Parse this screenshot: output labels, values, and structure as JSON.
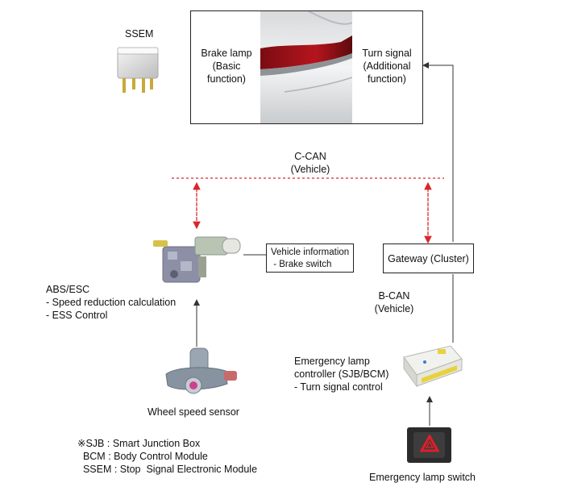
{
  "ssem": {
    "label": "SSEM"
  },
  "car_box": {
    "left_text": "Brake lamp\n(Basic\nfunction)",
    "right_text": "Turn signal\n(Additional\nfunction)"
  },
  "ccan": {
    "label": "C-CAN\n(Vehicle)"
  },
  "abs": {
    "vehicle_info": "Vehicle information\n - Brake switch",
    "label": "ABS/ESC\n- Speed reduction calculation\n- ESS Control"
  },
  "gateway": {
    "label": "Gateway (Cluster)"
  },
  "bcan": {
    "label": "B-CAN\n(Vehicle)"
  },
  "emergency_controller": {
    "label": "Emergency lamp\ncontroller (SJB/BCM)\n- Turn signal control"
  },
  "wheel_sensor": {
    "label": "Wheel speed sensor"
  },
  "emergency_switch": {
    "label": "Emergency lamp switch"
  },
  "legend": {
    "lines": [
      "※SJB : Smart Junction Box",
      "  BCM : Body Control Module",
      "  SSEM : Stop  Signal Electronic Module"
    ]
  },
  "colors": {
    "can_bus": "#d9262b",
    "line": "#333333",
    "warning": "#e11d2a"
  }
}
